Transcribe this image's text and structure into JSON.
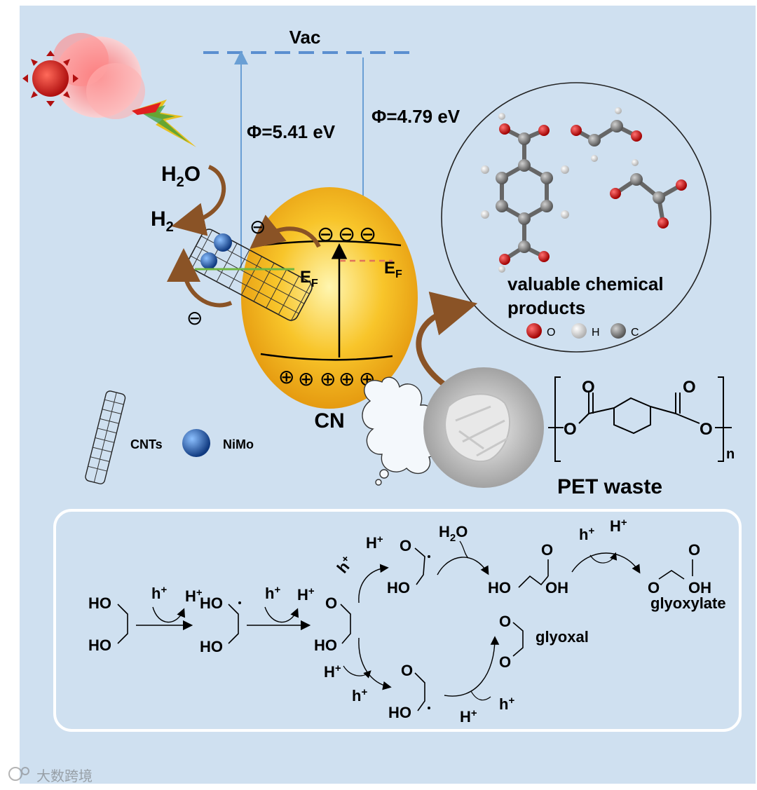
{
  "energy": {
    "vac_label": "Vac",
    "phi_left": "Φ=5.41 eV",
    "phi_right": "Φ=4.79 eV",
    "ef_label": "E",
    "ef_sub": "F",
    "cn_label": "CN",
    "h2o_label": "H",
    "h2o_sub": "2",
    "h2o_end": "O",
    "h2_label": "H",
    "h2_sub": "2",
    "electron_symbol": "⊖",
    "hole_symbol": "⊕"
  },
  "legend": {
    "cnts_label": "CNTs",
    "nimo_label": "NiMo"
  },
  "products": {
    "label_line1": "valuable chemical",
    "label_line2": "products",
    "atom_o": "O",
    "atom_h": "H",
    "atom_c": "C"
  },
  "pet": {
    "label": "PET waste",
    "repeat_n": "n",
    "o_label": "O"
  },
  "pathway": {
    "ho": "HO",
    "oh": "OH",
    "o": "O",
    "h_plus_hole": "h",
    "h_plus_proton": "H",
    "plus": "+",
    "water": "H",
    "water_sub": "2",
    "water_end": "O",
    "glyoxylate": "glyoxylate",
    "glyoxal": "glyoxal"
  },
  "watermark": "大数跨境",
  "colors": {
    "background": "#cfe0f0",
    "blue_arrow": "#6a9fd4",
    "dashed_vac": "#5b8fd0",
    "orange_fill": "#f5b520",
    "green_line": "#6fb640",
    "ef_dashed": "#e0735a",
    "bronze_arrow": "#8a5326",
    "nimo_blue": "#1f5fb0",
    "oxygen_red": "#c81414"
  }
}
